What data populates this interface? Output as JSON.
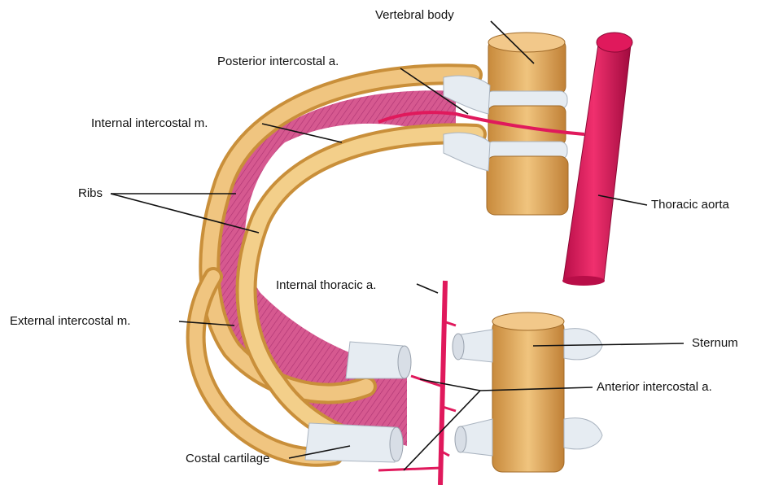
{
  "labels": {
    "vertebral_body": "Vertebral body",
    "posterior_intercostal": "Posterior intercostal  a.",
    "internal_intercostal": "Internal intercostal m.",
    "ribs": "Ribs",
    "thoracic_aorta": "Thoracic aorta",
    "internal_thoracic": "Internal thoracic a.",
    "external_intercostal": "External intercostal m.",
    "sternum": "Sternum",
    "anterior_intercostal": "Anterior intercostal a.",
    "costal_cartilage": "Costal cartilage"
  },
  "colors": {
    "rib": "#e8b866",
    "rib_dark": "#c98f3a",
    "muscle": "#d4508a",
    "muscle_dark": "#b03070",
    "artery": "#e0195c",
    "artery_dark": "#b80e48",
    "cartilage": "#e6ecf2",
    "bone": "#e3b068",
    "leader": "#111111"
  }
}
